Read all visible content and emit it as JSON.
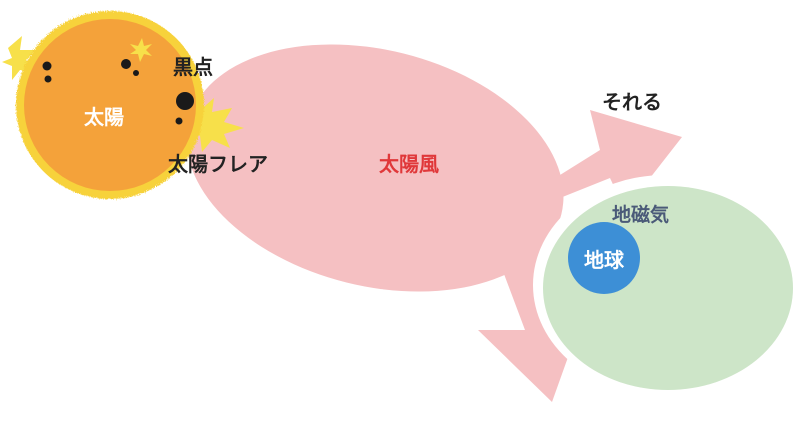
{
  "labels": {
    "sun": "太陽",
    "sunspot": "黒点",
    "solar_flare": "太陽フレア",
    "solar_wind": "太陽風",
    "deflect": "それる",
    "geomagnetism": "地磁気",
    "earth": "地球"
  },
  "colors": {
    "sun_body": "#f4a23a",
    "sun_glow": "#f7d23a",
    "sunspot": "#1a1a1a",
    "solar_wind": "#f5c0c2",
    "solar_wind_label": "#e0383a",
    "magnetosphere": "#cde5c8",
    "magnetosphere_label": "#4a5a78",
    "earth": "#3d8fd6",
    "text_dark": "#222222",
    "text_white": "#ffffff"
  }
}
